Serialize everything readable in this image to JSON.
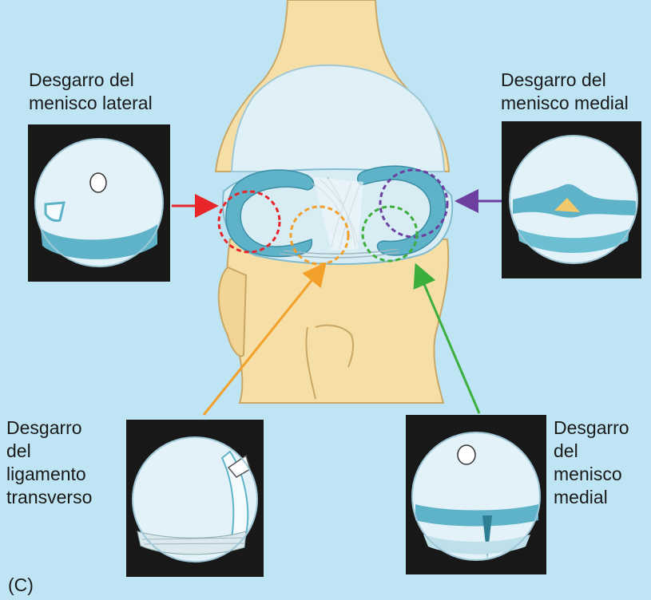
{
  "figure_letter": "(C)",
  "labels": {
    "lateral_meniscus_tear": [
      "Desgarro del",
      "menisco lateral"
    ],
    "medial_meniscus_tear_top": [
      "Desgarro del",
      "menisco medial"
    ],
    "transverse_ligament_tear": [
      "Desgarro",
      "del",
      "ligamento",
      "transverso"
    ],
    "medial_meniscus_tear_bottom": [
      "Desgarro",
      "del",
      "menisco",
      "medial"
    ]
  },
  "colors": {
    "background": "#bfe4f3",
    "bone": "#f6dfa6",
    "bone_outline": "#c9a766",
    "cartilage": "#dff0f7",
    "meniscus": "#5fb3c9",
    "panel": "#181818",
    "arrow_lateral": "#e8262a",
    "arrow_medial_top": "#6c3fa0",
    "arrow_transverse": "#f2a02a",
    "arrow_medial_bottom": "#3cae3c"
  }
}
